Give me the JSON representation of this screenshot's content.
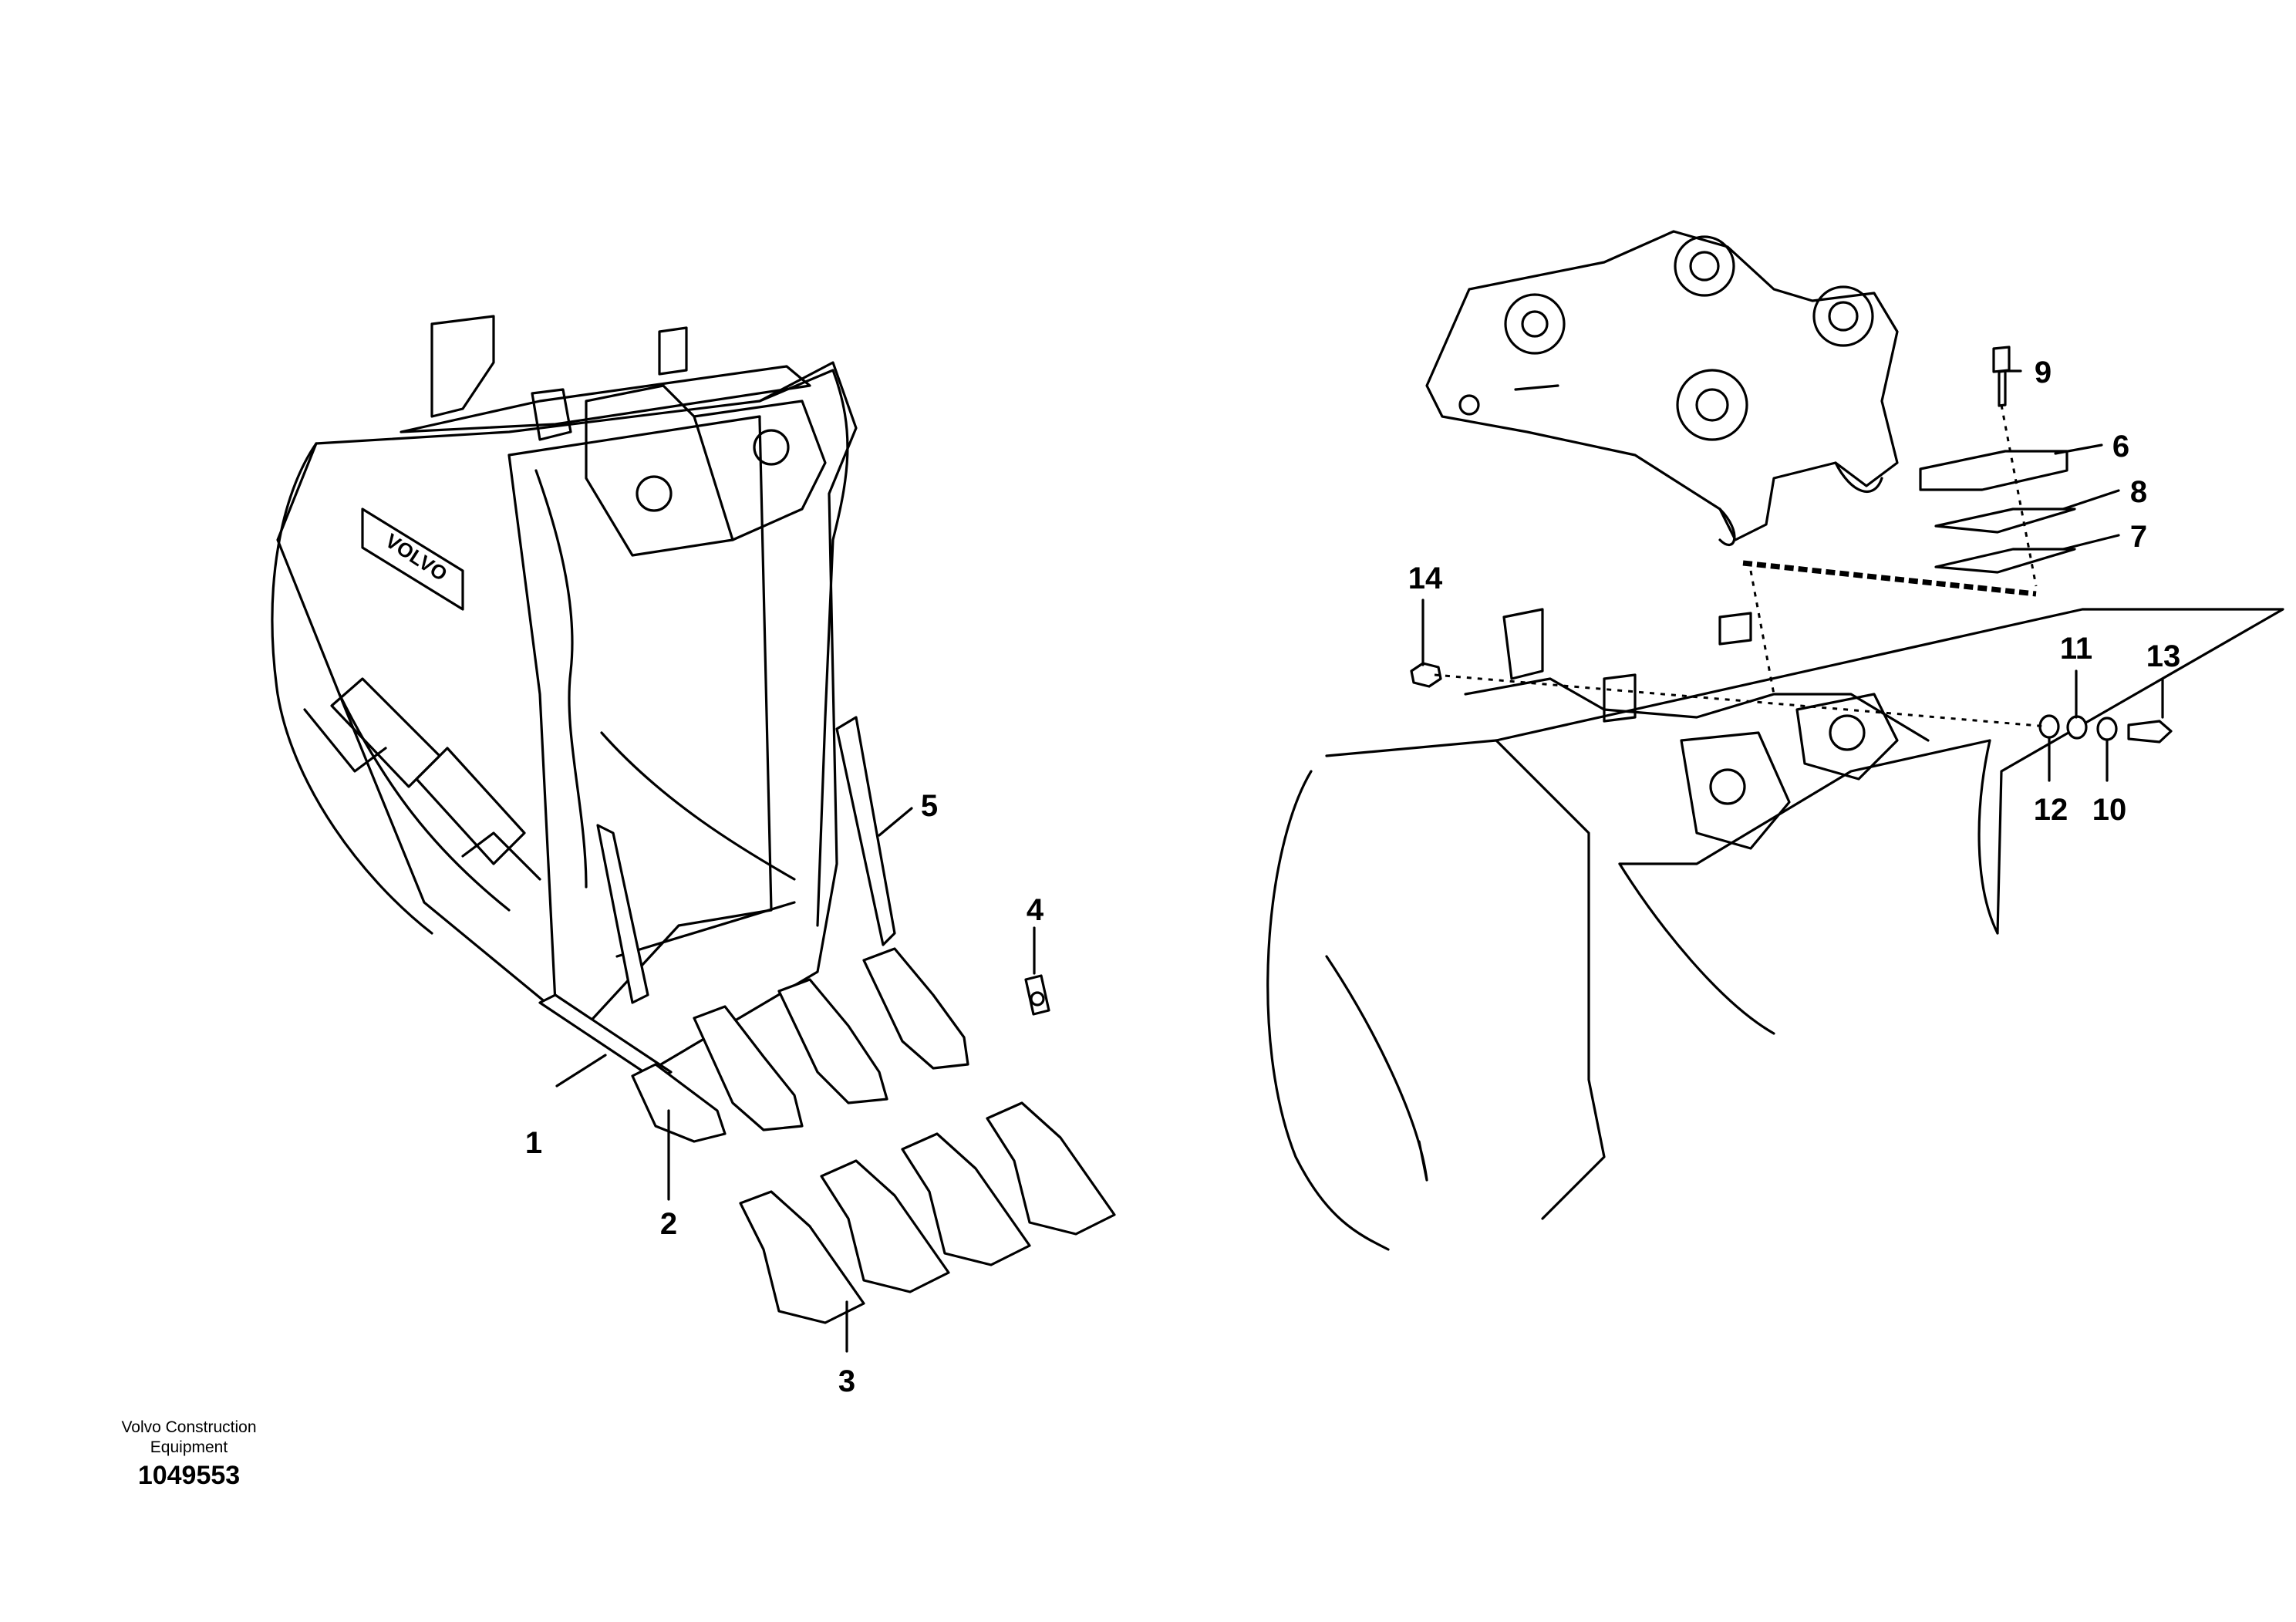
{
  "diagram": {
    "callouts": [
      {
        "id": "c1",
        "label": "1"
      },
      {
        "id": "c2",
        "label": "2"
      },
      {
        "id": "c3",
        "label": "3"
      },
      {
        "id": "c4",
        "label": "4"
      },
      {
        "id": "c5",
        "label": "5"
      },
      {
        "id": "c6",
        "label": "6"
      },
      {
        "id": "c7",
        "label": "7"
      },
      {
        "id": "c8",
        "label": "8"
      },
      {
        "id": "c9",
        "label": "9"
      },
      {
        "id": "c10",
        "label": "10"
      },
      {
        "id": "c11",
        "label": "11"
      },
      {
        "id": "c12",
        "label": "12"
      },
      {
        "id": "c13",
        "label": "13"
      },
      {
        "id": "c14",
        "label": "14"
      }
    ],
    "bucket_logo": "VOLVO"
  },
  "footer": {
    "company_line1": "Volvo Construction",
    "company_line2": "Equipment",
    "drawing_number": "1049553"
  }
}
